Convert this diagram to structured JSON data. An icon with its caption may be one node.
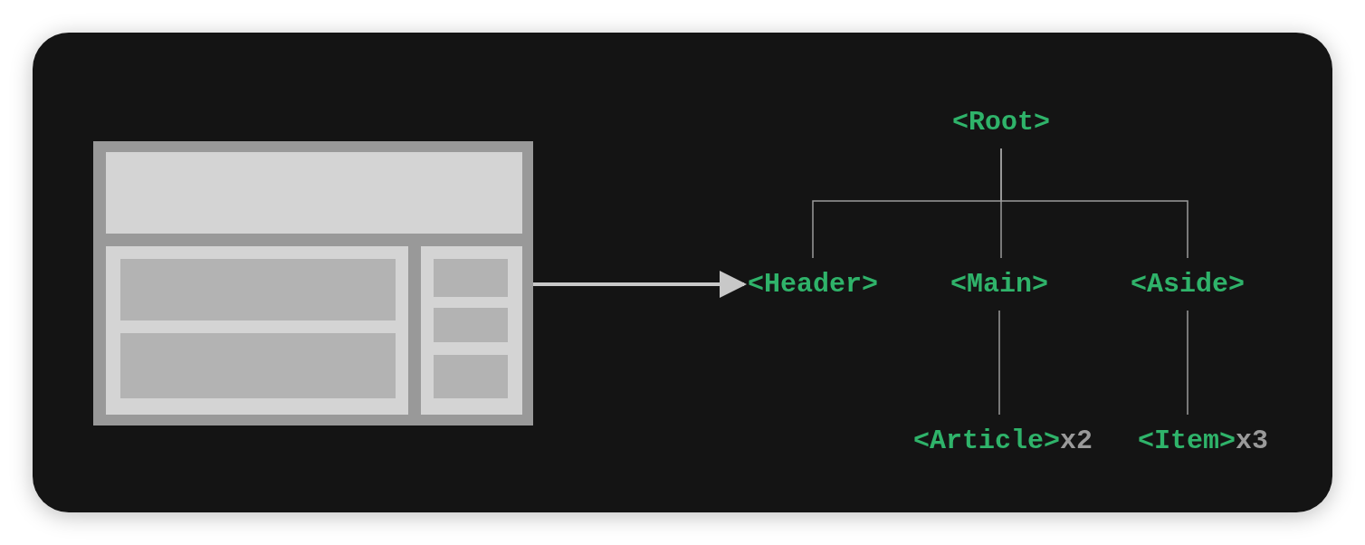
{
  "diagram": {
    "nodes": [
      {
        "text": [],
        "shape": "picture"
      },
      {
        "text": [
          "<Root>"
        ]
      },
      {
        "text": [
          "<Header>"
        ]
      },
      {
        "text": [
          "<Main>"
        ]
      },
      {
        "text": [
          "<Aside>"
        ]
      },
      {
        "text": [
          "<Article>",
          "x2"
        ]
      },
      {
        "text": [
          "<Item>",
          "x3"
        ]
      }
    ],
    "edges": [
      {
        "from": 0,
        "to": 2,
        "arrow": "to",
        "style": "thick",
        "color": "#c8c8c8"
      },
      {
        "from": 1,
        "to": 2,
        "arrow": "none"
      },
      {
        "from": 1,
        "to": 3,
        "arrow": "none"
      },
      {
        "from": 1,
        "to": 4,
        "arrow": "none"
      },
      {
        "from": 3,
        "to": 5,
        "arrow": "none"
      },
      {
        "from": 4,
        "to": 6,
        "arrow": "none"
      }
    ]
  }
}
